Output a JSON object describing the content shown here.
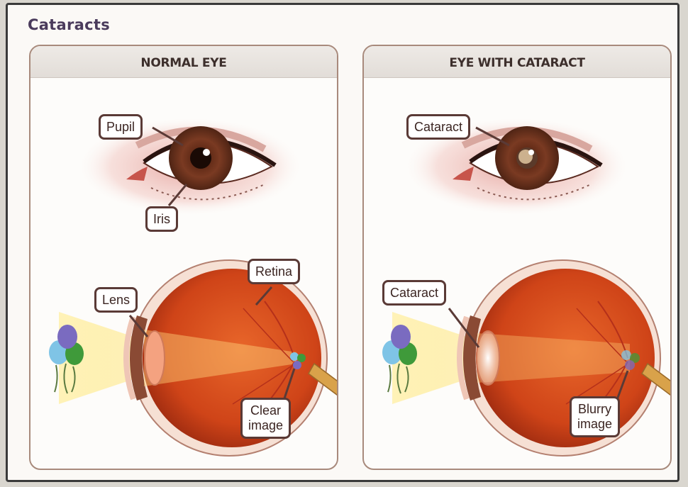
{
  "title": "Cataracts",
  "panels": {
    "normal": {
      "header": "NORMAL EYE",
      "labels": {
        "pupil": "Pupil",
        "iris": "Iris",
        "lens": "Lens",
        "retina": "Retina",
        "image": "Clear\nimage"
      }
    },
    "cataract": {
      "header": "EYE WITH CATARACT",
      "labels": {
        "cataract_front": "Cataract",
        "cataract_side": "Cataract",
        "image": "Blurry\nimage"
      }
    }
  },
  "colors": {
    "callout_border": "#5a3a36",
    "iris": "#7a3a22",
    "eyeball": "#d14a1e",
    "balloon_purple": "#7a6bc0",
    "balloon_blue": "#7fc4e6",
    "balloon_green": "#3f9a3a"
  }
}
